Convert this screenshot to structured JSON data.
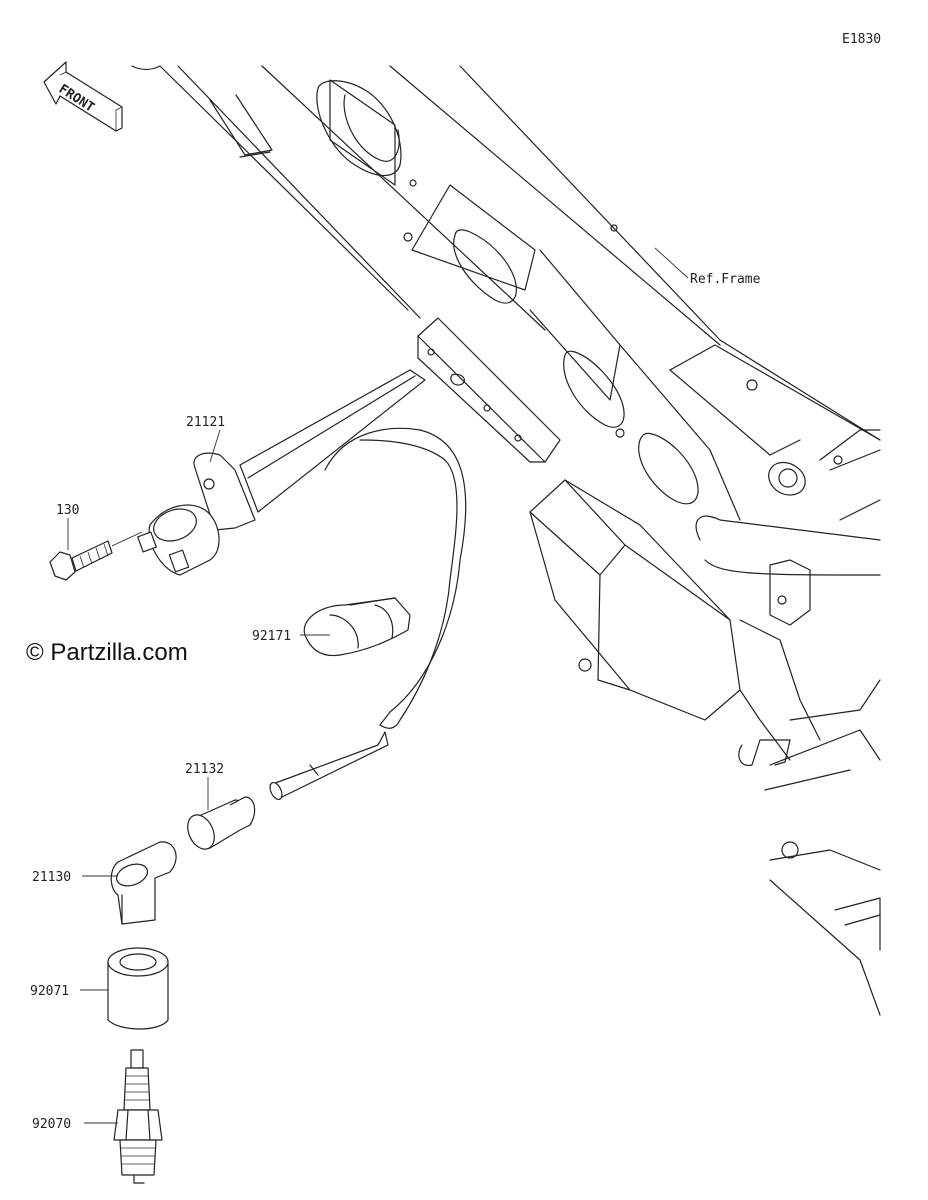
{
  "diagram_code": "E1830",
  "front_arrow_text": "FRONT",
  "watermark": "© Partzilla.com",
  "ref_label": "Ref.Frame",
  "parts": [
    {
      "number": "21121"
    },
    {
      "number": "130"
    },
    {
      "number": "92171"
    },
    {
      "number": "21132"
    },
    {
      "number": "21130"
    },
    {
      "number": "92071"
    },
    {
      "number": "92070"
    }
  ]
}
